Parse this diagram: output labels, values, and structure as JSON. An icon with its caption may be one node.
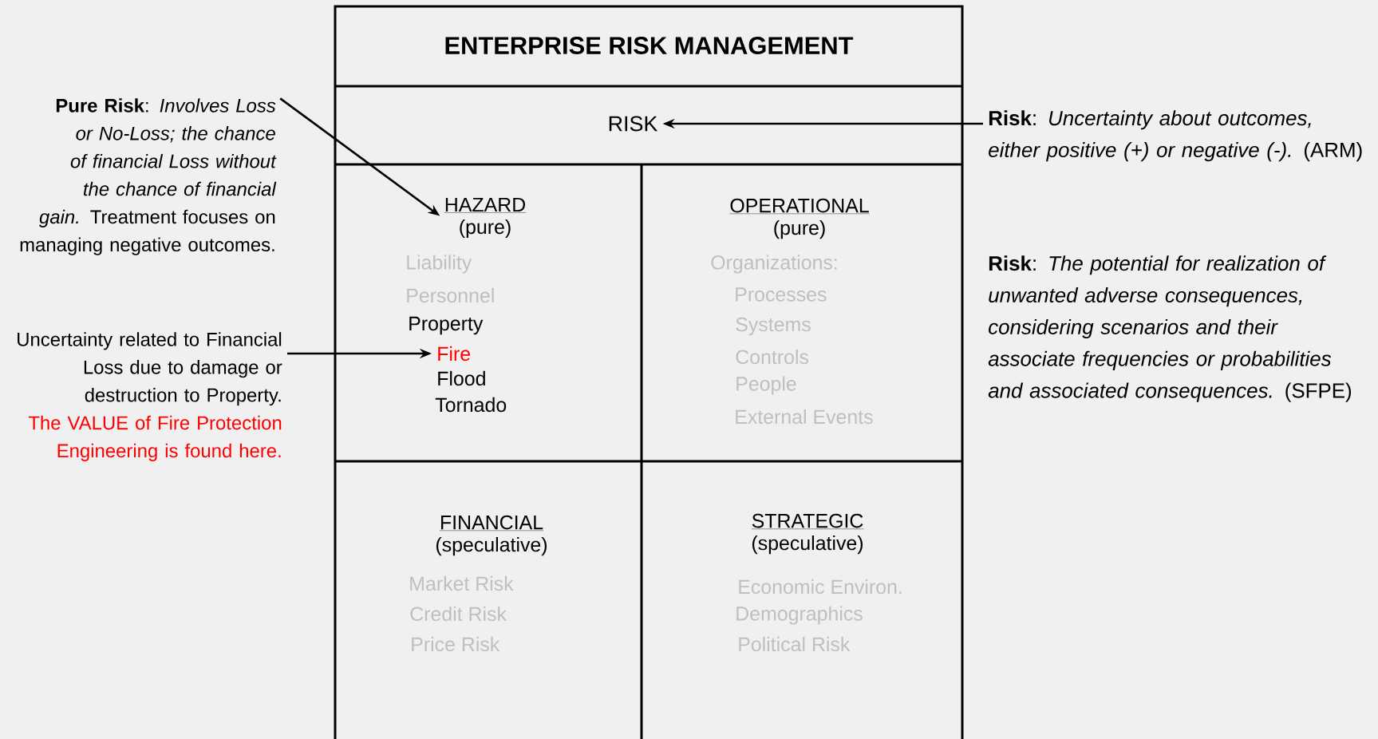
{
  "diagram": {
    "nodes": [
      {
        "text": [
          "ENTERPRISE RISK MANAGEMENT"
        ]
      },
      {
        "text": [
          "RISK"
        ]
      },
      {
        "text": [
          "HAZARD",
          "(pure)"
        ]
      },
      {
        "text": [
          "Fire"
        ]
      },
      {
        "text": [
          "OPERATIONAL",
          "(pure)"
        ]
      },
      {
        "text": [
          "FINANCIAL",
          "(speculative)"
        ]
      },
      {
        "text": [
          "STRATEGIC",
          "(speculative)"
        ]
      },
      {
        "text": [
          "**Pure Risk**: *Involves Loss or No-Loss; the chance of financial Loss without the chance of financial gain.* Treatment focuses on managing negative outcomes."
        ]
      },
      {
        "text": [
          "Uncertainty related to Financial Loss due to damage or destruction to Property.",
          "The VALUE of Fire Protection Engineering is found here."
        ]
      },
      {
        "text": [
          "**Risk**: *Uncertainty about outcomes, either positive (+) or negative (-).* (ARM)"
        ]
      }
    ],
    "edges": [
      {
        "from": 7,
        "to": 2,
        "arrow": "to"
      },
      {
        "from": 8,
        "to": 3,
        "arrow": "to"
      },
      {
        "from": 9,
        "to": 1,
        "arrow": "to"
      }
    ],
    "labels": [
      "Liability",
      "Personnel",
      "Property",
      "Flood",
      "Tornado",
      "Organizations:",
      "Processes",
      "Systems",
      "Controls",
      "People",
      "External Events",
      "Market Risk",
      "Credit Risk",
      "Price Risk",
      "Economic Environ.",
      "Demographics",
      "Political Risk",
      "**Risk**: *The potential for realization of unwanted adverse consequences, considering scenarios and their associate frequencies or probabilities and associated consequences.* (SFPE)"
    ]
  }
}
